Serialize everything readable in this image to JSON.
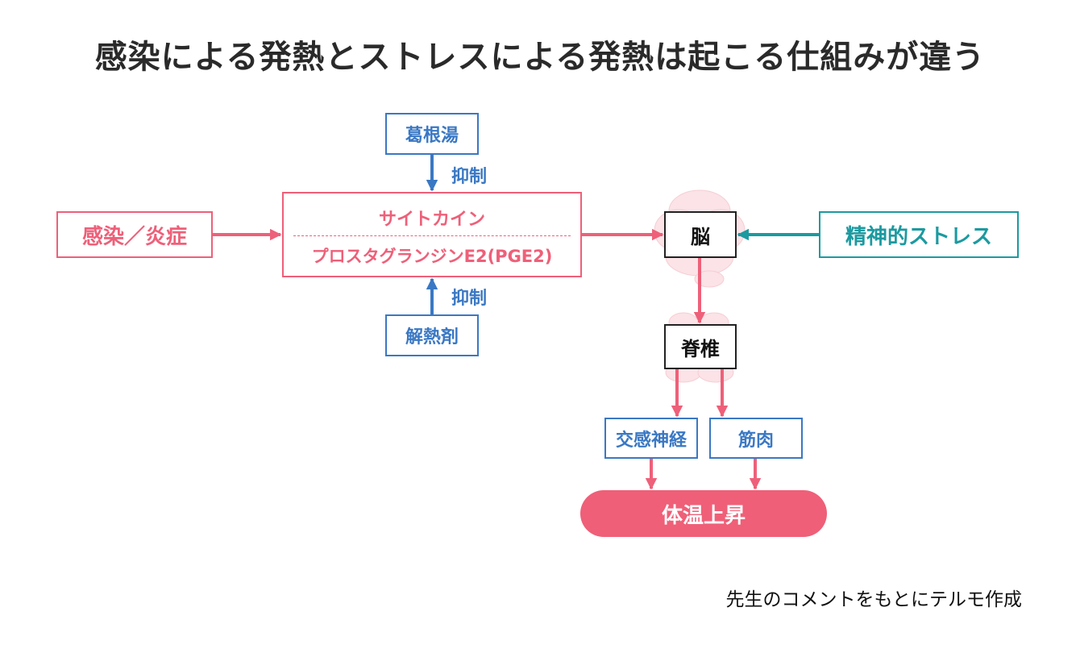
{
  "title": "感染による発熱とストレスによる発熱は起こる仕組みが違う",
  "nodes": {
    "kakkonto": "葛根湯",
    "infection": "感染／炎症",
    "cytokine": "サイトカイン",
    "pge2": "プロスタグランジンE2(PGE2)",
    "antipyretic": "解熱剤",
    "brain": "脳",
    "stress": "精神的ストレス",
    "spine": "脊椎",
    "sympathetic": "交感神経",
    "muscle": "筋肉",
    "result": "体温上昇"
  },
  "edge_labels": {
    "suppress_top": "抑制",
    "suppress_bottom": "抑制"
  },
  "credit": "先生のコメントをもとにテルモ作成",
  "colors": {
    "pink": "#ee6079",
    "blue": "#3a78c4",
    "teal": "#1b9aa0",
    "black": "#222222",
    "organ": "#fbe3e7"
  }
}
